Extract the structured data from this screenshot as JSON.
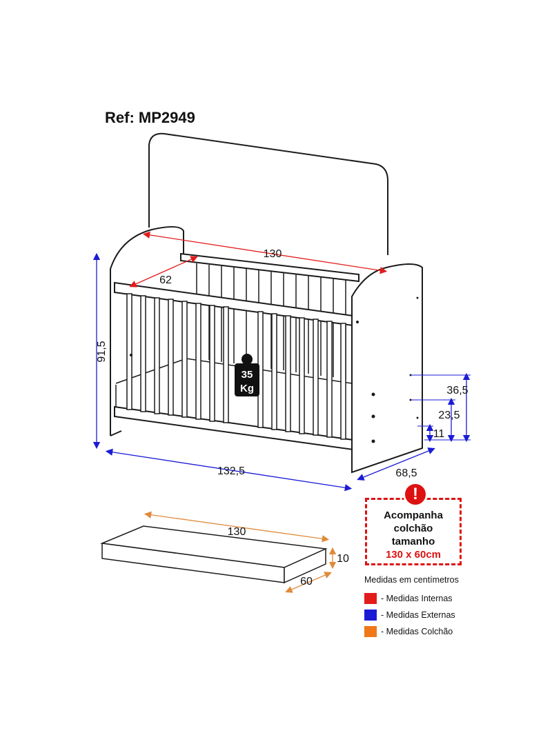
{
  "ref": "Ref: MP2949",
  "dimensions": {
    "internal_length": "130",
    "internal_width": "62",
    "external_height": "91,5",
    "external_length": "132,5",
    "external_depth": "68,5",
    "base_height_high": "36,5",
    "base_height_mid": "23,5",
    "base_height_low": "11",
    "mattress_length": "130",
    "mattress_width": "60",
    "mattress_height": "10"
  },
  "weight_badge": {
    "value": "35",
    "unit": "Kg"
  },
  "notice": {
    "line1": "Acompanha",
    "line2": "colchão",
    "line3": "tamanho",
    "line4": "130 x 60cm",
    "icon": "exclamation-icon"
  },
  "legend": {
    "title": "Medidas em centímetros",
    "items": [
      {
        "label": "- Medidas Internas",
        "color": "#e31b1b"
      },
      {
        "label": "- Medidas Externas",
        "color": "#1b1bd6"
      },
      {
        "label": "- Medidas Colchão",
        "color": "#f07818"
      }
    ]
  },
  "colors": {
    "internal": "#e31b1b",
    "external": "#1b1bd6",
    "mattress": "#e08a3a",
    "outline": "#1a1a1a"
  }
}
